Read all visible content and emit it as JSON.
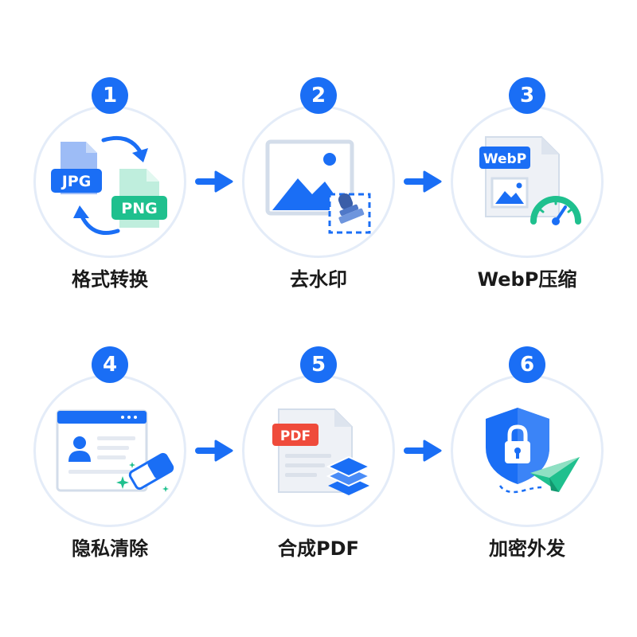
{
  "steps": [
    {
      "number": "1",
      "label": "格式转换",
      "icon": "format-convert-icon",
      "tags": {
        "from": "JPG",
        "to": "PNG"
      }
    },
    {
      "number": "2",
      "label": "去水印",
      "icon": "watermark-remove-icon"
    },
    {
      "number": "3",
      "label": "WebP压缩",
      "icon": "webp-compress-icon",
      "tags": {
        "format": "WebP"
      }
    },
    {
      "number": "4",
      "label": "隐私清除",
      "icon": "privacy-erase-icon"
    },
    {
      "number": "5",
      "label": "合成PDF",
      "icon": "merge-pdf-icon",
      "tags": {
        "format": "PDF"
      }
    },
    {
      "number": "6",
      "label": "加密外发",
      "icon": "encrypt-send-icon"
    }
  ],
  "colors": {
    "primary": "#1a6ef5",
    "light_blue": "#8fb3f5",
    "green": "#1fc08e",
    "red": "#ef4b3b",
    "circle_border": "#e4ecf8",
    "doc_gray": "#eef1f6",
    "text": "#1a1a1a"
  }
}
